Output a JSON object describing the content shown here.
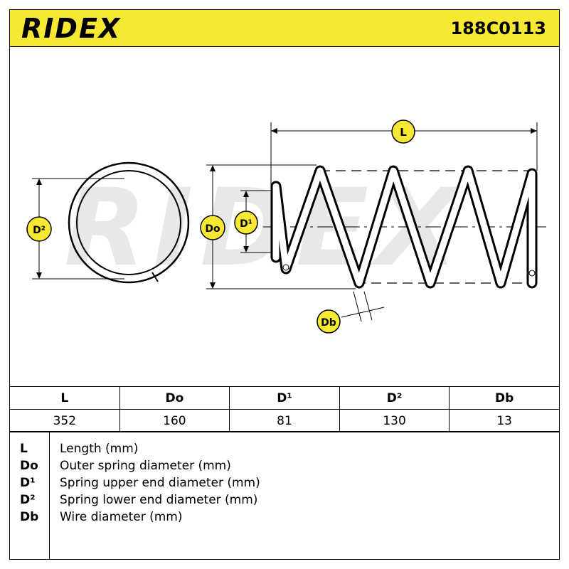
{
  "header": {
    "brand": "RIDEX",
    "part_number": "188C0113",
    "background_color": "#f7e933"
  },
  "diagram": {
    "labels": {
      "length": "L",
      "outer_diameter": "Do",
      "upper_diameter": "D¹",
      "lower_diameter": "D²",
      "wire_diameter": "Db"
    },
    "watermark": "RIDEX",
    "badge_color": "#f7e933"
  },
  "table": {
    "headers": [
      "L",
      "Do",
      "D¹",
      "D²",
      "Db"
    ],
    "values": [
      "352",
      "160",
      "81",
      "130",
      "13"
    ]
  },
  "legend": [
    {
      "key": "L",
      "desc": "Length (mm)"
    },
    {
      "key": "Do",
      "desc": "Outer spring diameter (mm)"
    },
    {
      "key": "D¹",
      "desc": "Spring upper end diameter (mm)"
    },
    {
      "key": "D²",
      "desc": "Spring lower end diameter (mm)"
    },
    {
      "key": "Db",
      "desc": "Wire diameter (mm)"
    }
  ]
}
